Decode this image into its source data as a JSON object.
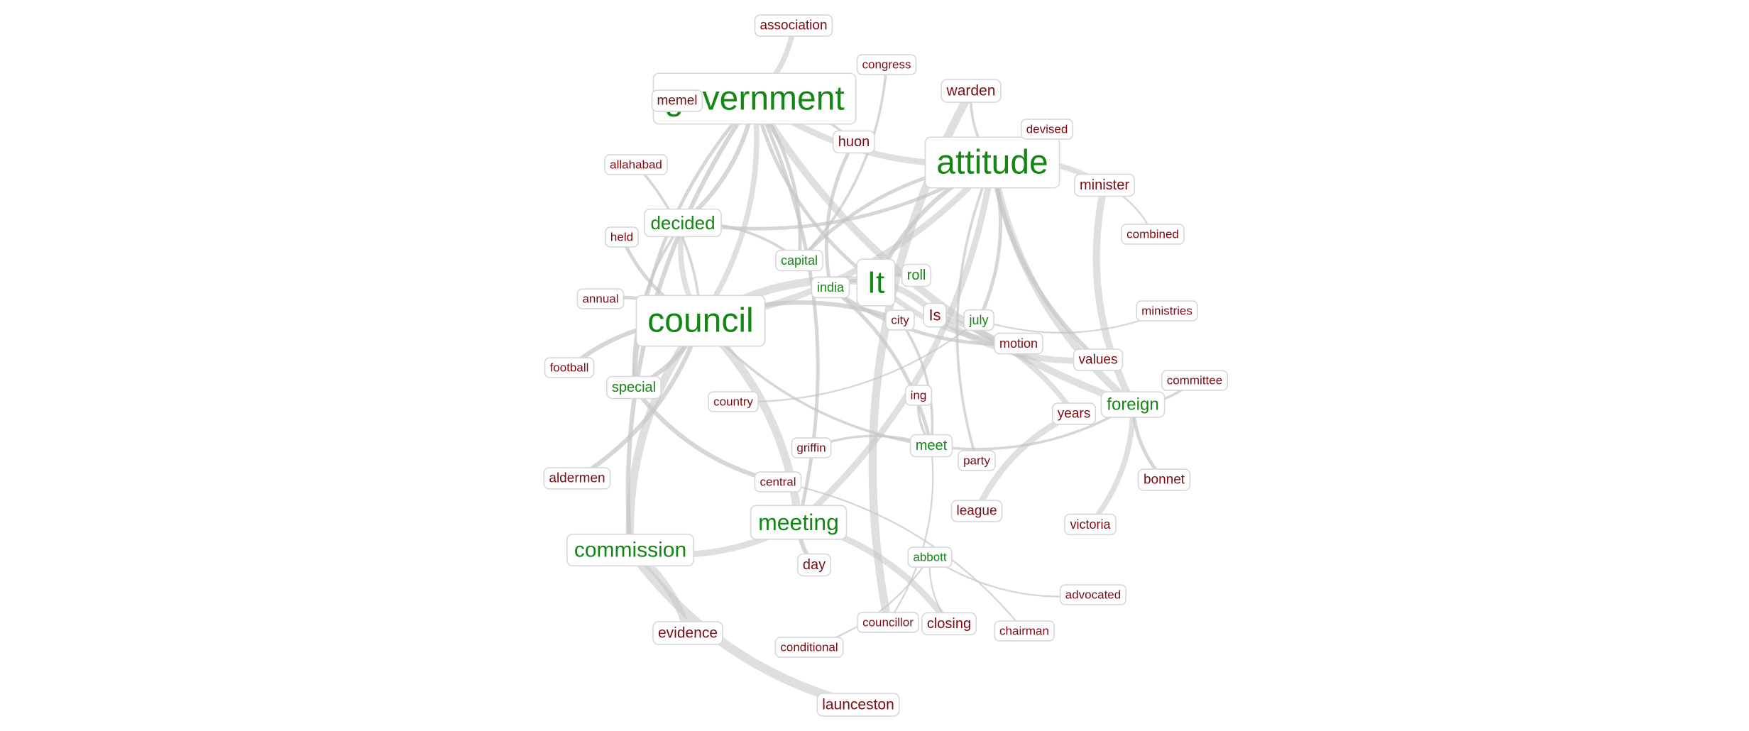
{
  "colors": {
    "primary_term": "#138613",
    "secondary_term": "#7a0b14",
    "edge": "#c4c4c4",
    "node_border": "#d7d7d7"
  },
  "nodes": [
    {
      "id": "government",
      "label": "government",
      "type": "primary"
    },
    {
      "id": "attitude",
      "label": "attitude",
      "type": "primary"
    },
    {
      "id": "council",
      "label": "council",
      "type": "primary"
    },
    {
      "id": "It",
      "label": "It",
      "type": "primary"
    },
    {
      "id": "decided",
      "label": "decided",
      "type": "primary"
    },
    {
      "id": "capital",
      "label": "capital",
      "type": "primary"
    },
    {
      "id": "india",
      "label": "india",
      "type": "primary"
    },
    {
      "id": "roll",
      "label": "roll",
      "type": "primary"
    },
    {
      "id": "july",
      "label": "july",
      "type": "primary"
    },
    {
      "id": "special",
      "label": "special",
      "type": "primary"
    },
    {
      "id": "foreign",
      "label": "foreign",
      "type": "primary"
    },
    {
      "id": "meet",
      "label": "meet",
      "type": "primary"
    },
    {
      "id": "meeting",
      "label": "meeting",
      "type": "primary"
    },
    {
      "id": "commission",
      "label": "commission",
      "type": "primary"
    },
    {
      "id": "abbott",
      "label": "abbott",
      "type": "primary"
    },
    {
      "id": "association",
      "label": "association",
      "type": "secondary"
    },
    {
      "id": "congress",
      "label": "congress",
      "type": "secondary"
    },
    {
      "id": "warden",
      "label": "warden",
      "type": "secondary"
    },
    {
      "id": "memel",
      "label": "memel",
      "type": "secondary"
    },
    {
      "id": "devised",
      "label": "devised",
      "type": "secondary"
    },
    {
      "id": "huon",
      "label": "huon",
      "type": "secondary"
    },
    {
      "id": "allahabad",
      "label": "allahabad",
      "type": "secondary"
    },
    {
      "id": "minister",
      "label": "minister",
      "type": "secondary"
    },
    {
      "id": "combined",
      "label": "combined",
      "type": "secondary"
    },
    {
      "id": "held",
      "label": "held",
      "type": "secondary"
    },
    {
      "id": "annual",
      "label": "annual",
      "type": "secondary"
    },
    {
      "id": "Is",
      "label": "Is",
      "type": "secondary"
    },
    {
      "id": "city",
      "label": "city",
      "type": "secondary"
    },
    {
      "id": "ministries",
      "label": "ministries",
      "type": "secondary"
    },
    {
      "id": "motion",
      "label": "motion",
      "type": "secondary"
    },
    {
      "id": "football",
      "label": "football",
      "type": "secondary"
    },
    {
      "id": "values",
      "label": "values",
      "type": "secondary"
    },
    {
      "id": "committee",
      "label": "committee",
      "type": "secondary"
    },
    {
      "id": "country",
      "label": "country",
      "type": "secondary"
    },
    {
      "id": "ing",
      "label": "ing",
      "type": "secondary"
    },
    {
      "id": "years",
      "label": "years",
      "type": "secondary"
    },
    {
      "id": "griffin",
      "label": "griffin",
      "type": "secondary"
    },
    {
      "id": "party",
      "label": "party",
      "type": "secondary"
    },
    {
      "id": "aldermen",
      "label": "aldermen",
      "type": "secondary"
    },
    {
      "id": "central",
      "label": "central",
      "type": "secondary"
    },
    {
      "id": "bonnet",
      "label": "bonnet",
      "type": "secondary"
    },
    {
      "id": "league",
      "label": "league",
      "type": "secondary"
    },
    {
      "id": "victoria",
      "label": "victoria",
      "type": "secondary"
    },
    {
      "id": "day",
      "label": "day",
      "type": "secondary"
    },
    {
      "id": "advocated",
      "label": "advocated",
      "type": "secondary"
    },
    {
      "id": "evidence",
      "label": "evidence",
      "type": "secondary"
    },
    {
      "id": "councillor",
      "label": "councillor",
      "type": "secondary"
    },
    {
      "id": "closing",
      "label": "closing",
      "type": "secondary"
    },
    {
      "id": "chairman",
      "label": "chairman",
      "type": "secondary"
    },
    {
      "id": "conditional",
      "label": "conditional",
      "type": "secondary"
    },
    {
      "id": "launceston",
      "label": "launceston",
      "type": "secondary"
    }
  ],
  "edges": [
    {
      "source": "council",
      "target": "commission",
      "weight": 8
    },
    {
      "source": "council",
      "target": "meeting",
      "weight": 8
    },
    {
      "source": "council",
      "target": "government",
      "weight": 5
    },
    {
      "source": "council",
      "target": "It",
      "weight": 8
    },
    {
      "source": "council",
      "target": "attitude",
      "weight": 6
    },
    {
      "source": "council",
      "target": "decided",
      "weight": 5
    },
    {
      "source": "council",
      "target": "football",
      "weight": 4
    },
    {
      "source": "council",
      "target": "special",
      "weight": 4
    },
    {
      "source": "council",
      "target": "annual",
      "weight": 3
    },
    {
      "source": "council",
      "target": "held",
      "weight": 3
    },
    {
      "source": "council",
      "target": "allahabad",
      "weight": 2
    },
    {
      "source": "council",
      "target": "city",
      "weight": 4
    },
    {
      "source": "council",
      "target": "meet",
      "weight": 2
    },
    {
      "source": "council",
      "target": "aldermen",
      "weight": 4
    },
    {
      "source": "government",
      "target": "association",
      "weight": 5
    },
    {
      "source": "government",
      "target": "memel",
      "weight": 4
    },
    {
      "source": "government",
      "target": "attitude",
      "weight": 6
    },
    {
      "source": "government",
      "target": "capital",
      "weight": 3
    },
    {
      "source": "government",
      "target": "commission",
      "weight": 4
    },
    {
      "source": "government",
      "target": "meeting",
      "weight": 3
    },
    {
      "source": "government",
      "target": "foreign",
      "weight": 7
    },
    {
      "source": "government",
      "target": "decided",
      "weight": 4
    },
    {
      "source": "government",
      "target": "It",
      "weight": 3
    },
    {
      "source": "government",
      "target": "huon",
      "weight": 2
    },
    {
      "source": "government",
      "target": "special",
      "weight": 3
    },
    {
      "source": "attitude",
      "target": "minister",
      "weight": 5
    },
    {
      "source": "attitude",
      "target": "foreign",
      "weight": 7
    },
    {
      "source": "attitude",
      "target": "devised",
      "weight": 2
    },
    {
      "source": "attitude",
      "target": "values",
      "weight": 4
    },
    {
      "source": "attitude",
      "target": "meeting",
      "weight": 6
    },
    {
      "source": "attitude",
      "target": "It",
      "weight": 4
    },
    {
      "source": "attitude",
      "target": "july",
      "weight": 3
    },
    {
      "source": "attitude",
      "target": "capital",
      "weight": 3
    },
    {
      "source": "attitude",
      "target": "decided",
      "weight": 3
    },
    {
      "source": "attitude",
      "target": "party",
      "weight": 2
    },
    {
      "source": "attitude",
      "target": "warden",
      "weight": 2
    },
    {
      "source": "warden",
      "target": "councillor",
      "weight": 8
    },
    {
      "source": "congress",
      "target": "capital",
      "weight": 2
    },
    {
      "source": "minister",
      "target": "foreign",
      "weight": 7
    },
    {
      "source": "minister",
      "target": "combined",
      "weight": 1
    },
    {
      "source": "huon",
      "target": "india",
      "weight": 3
    },
    {
      "source": "It",
      "target": "Is",
      "weight": 6
    },
    {
      "source": "It",
      "target": "motion",
      "weight": 5
    },
    {
      "source": "It",
      "target": "roll",
      "weight": 3
    },
    {
      "source": "It",
      "target": "india",
      "weight": 3
    },
    {
      "source": "Is",
      "target": "years",
      "weight": 5
    },
    {
      "source": "Is",
      "target": "values",
      "weight": 6
    },
    {
      "source": "india",
      "target": "meet",
      "weight": 3
    },
    {
      "source": "india",
      "target": "motion",
      "weight": 3
    },
    {
      "source": "city",
      "target": "meet",
      "weight": 2
    },
    {
      "source": "july",
      "target": "ministries",
      "weight": 1
    },
    {
      "source": "july",
      "target": "country",
      "weight": 1
    },
    {
      "source": "foreign",
      "target": "committee",
      "weight": 2
    },
    {
      "source": "foreign",
      "target": "victoria",
      "weight": 5
    },
    {
      "source": "foreign",
      "target": "bonnet",
      "weight": 3
    },
    {
      "source": "foreign",
      "target": "meet",
      "weight": 2
    },
    {
      "source": "years",
      "target": "league",
      "weight": 6
    },
    {
      "source": "meet",
      "target": "ing",
      "weight": 2
    },
    {
      "source": "meet",
      "target": "griffin",
      "weight": 2
    },
    {
      "source": "meet",
      "target": "councillor",
      "weight": 1
    },
    {
      "source": "special",
      "target": "central",
      "weight": 4
    },
    {
      "source": "special",
      "target": "decided",
      "weight": 2
    },
    {
      "source": "commission",
      "target": "meeting",
      "weight": 6
    },
    {
      "source": "commission",
      "target": "evidence",
      "weight": 7
    },
    {
      "source": "commission",
      "target": "launceston",
      "weight": 9
    },
    {
      "source": "meeting",
      "target": "closing",
      "weight": 6
    },
    {
      "source": "meeting",
      "target": "day",
      "weight": 4
    },
    {
      "source": "central",
      "target": "chairman",
      "weight": 1
    },
    {
      "source": "abbott",
      "target": "advocated",
      "weight": 1
    },
    {
      "source": "abbott",
      "target": "conditional",
      "weight": 1
    },
    {
      "source": "abbott",
      "target": "closing",
      "weight": 1
    },
    {
      "source": "decided",
      "target": "capital",
      "weight": 2
    }
  ]
}
